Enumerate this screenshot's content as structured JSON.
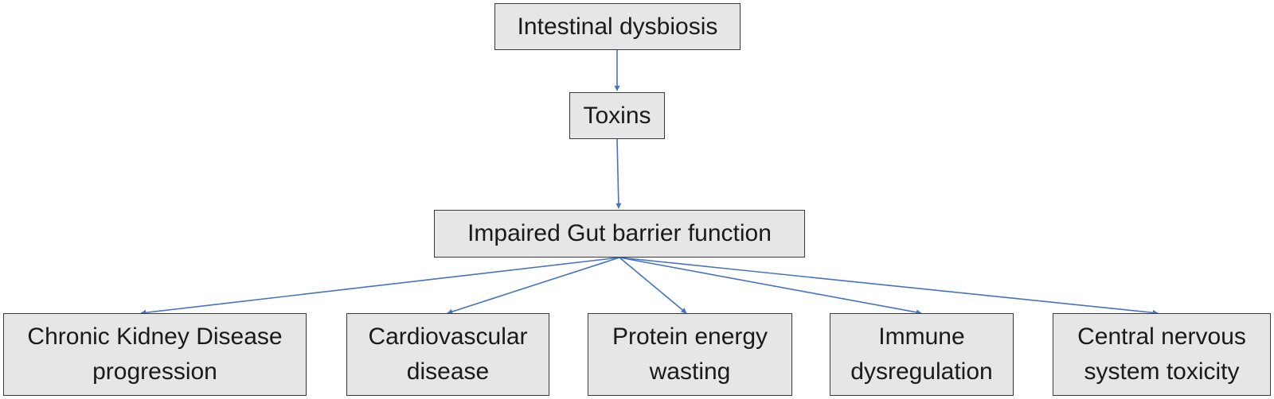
{
  "colors": {
    "box_fill": "#e7e6e6",
    "box_border": "#3a3a3a",
    "arrow": "#4472c4",
    "text": "#1a1a1a"
  },
  "nodes": {
    "dysbiosis": {
      "line1": "Intestinal dysbiosis"
    },
    "toxins": {
      "line1": "Toxins"
    },
    "gut_barrier": {
      "line1": "Impaired Gut barrier function"
    },
    "ckd": {
      "line1": "Chronic Kidney Disease",
      "line2": "progression"
    },
    "cvd": {
      "line1": "Cardiovascular",
      "line2": "disease"
    },
    "pew": {
      "line1": "Protein energy",
      "line2": "wasting"
    },
    "immune": {
      "line1": "Immune",
      "line2": "dysregulation"
    },
    "cns": {
      "line1": "Central nervous",
      "line2": "system toxicity"
    }
  },
  "edges": [
    {
      "from": "dysbiosis",
      "to": "toxins"
    },
    {
      "from": "toxins",
      "to": "gut_barrier"
    },
    {
      "from": "gut_barrier",
      "to": "ckd"
    },
    {
      "from": "gut_barrier",
      "to": "cvd"
    },
    {
      "from": "gut_barrier",
      "to": "pew"
    },
    {
      "from": "gut_barrier",
      "to": "immune"
    },
    {
      "from": "gut_barrier",
      "to": "cns"
    }
  ]
}
